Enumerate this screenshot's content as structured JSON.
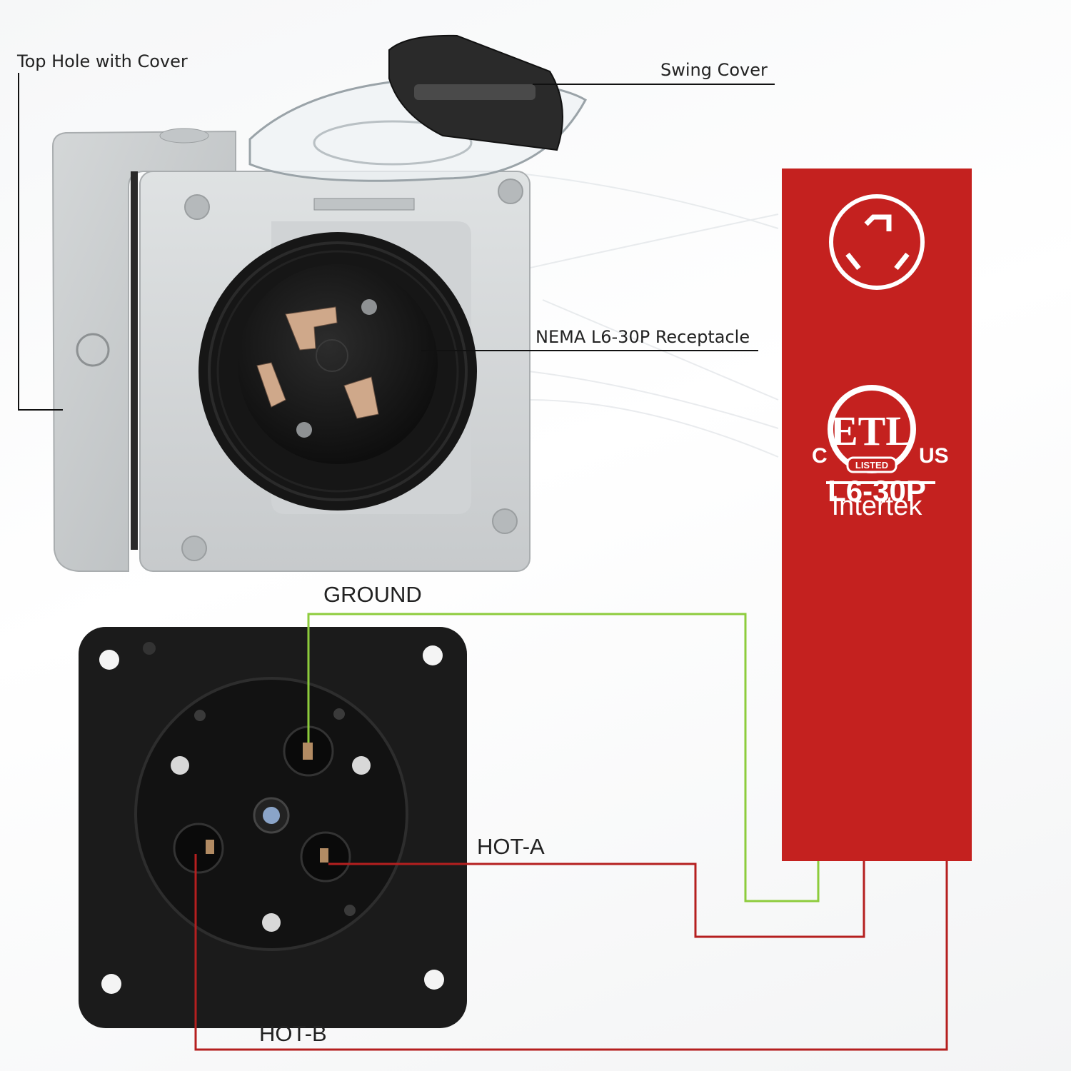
{
  "callouts": {
    "top_hole": "Top Hole with Cover",
    "swing_cover": "Swing Cover",
    "receptacle": "NEMA L6-30P Receptacle"
  },
  "wiring": {
    "ground": "GROUND",
    "hot_a": "HOT-A",
    "hot_b": "HOT-B",
    "colors": {
      "ground": "#8dcc3c",
      "hot": "#b51f1f"
    }
  },
  "spec_card": {
    "model": "L6-30P",
    "cert_mark": "ETL",
    "cert_listed": "LISTED",
    "cert_c": "C",
    "cert_us": "US",
    "cert_brand": "Intertek",
    "background": "#c4211f"
  },
  "product": {
    "housing_color": "#c9cdcf",
    "faceplate_color": "#1a1a1a"
  }
}
